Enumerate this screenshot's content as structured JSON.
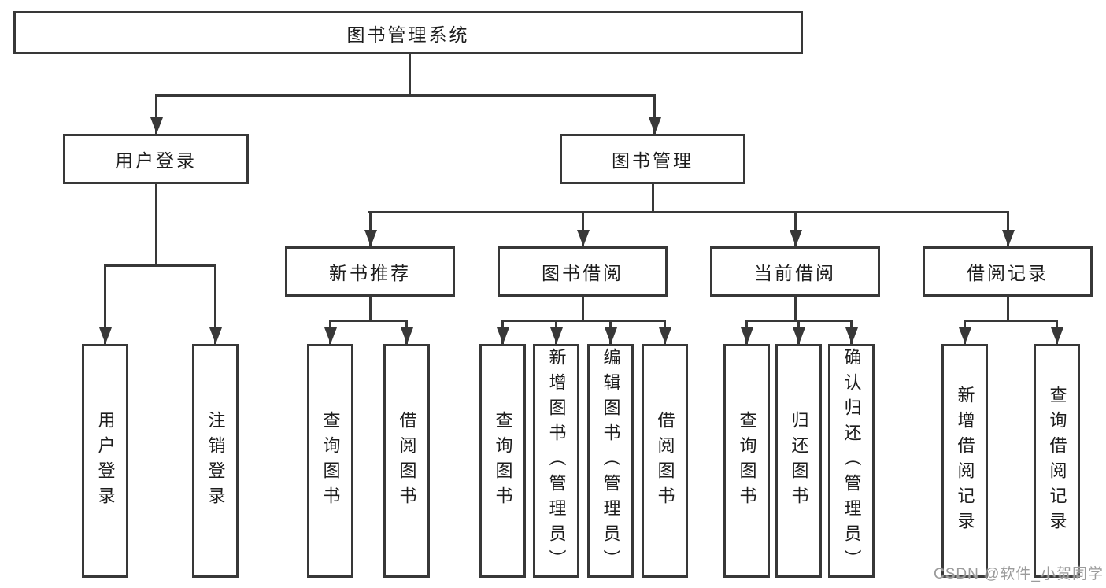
{
  "title": "图书管理系统",
  "colors": {
    "line": "#383838",
    "box_border": "#383838",
    "text": "#1d1d1d",
    "background": "#ffffff",
    "watermark": "#9b9b9b"
  },
  "nodes": {
    "root": {
      "label": "图书管理系统"
    },
    "level2": [
      {
        "label": "用户登录"
      },
      {
        "label": "图书管理"
      }
    ],
    "level3": [
      {
        "label": "新书推荐",
        "parent": "图书管理"
      },
      {
        "label": "图书借阅",
        "parent": "图书管理"
      },
      {
        "label": "当前借阅",
        "parent": "图书管理"
      },
      {
        "label": "借阅记录",
        "parent": "图书管理"
      }
    ],
    "leaves": [
      {
        "label": "用户登录",
        "parent": "用户登录"
      },
      {
        "label": "注销登录",
        "parent": "用户登录"
      },
      {
        "label": "查询图书",
        "parent": "新书推荐"
      },
      {
        "label": "借阅图书",
        "parent": "新书推荐"
      },
      {
        "label": "查询图书",
        "parent": "图书借阅"
      },
      {
        "label": "新增图书（管理员）",
        "parent": "图书借阅"
      },
      {
        "label": "编辑图书（管理员）",
        "parent": "图书借阅"
      },
      {
        "label": "借阅图书",
        "parent": "图书借阅"
      },
      {
        "label": "查询图书",
        "parent": "当前借阅"
      },
      {
        "label": "归还图书",
        "parent": "当前借阅"
      },
      {
        "label": "确认归还（管理员）",
        "parent": "当前借阅"
      },
      {
        "label": "新增借阅记录",
        "parent": "借阅记录"
      },
      {
        "label": "查询借阅记录",
        "parent": "借阅记录"
      }
    ]
  },
  "watermark": {
    "text": "CSDN @软件_小贺同学"
  }
}
